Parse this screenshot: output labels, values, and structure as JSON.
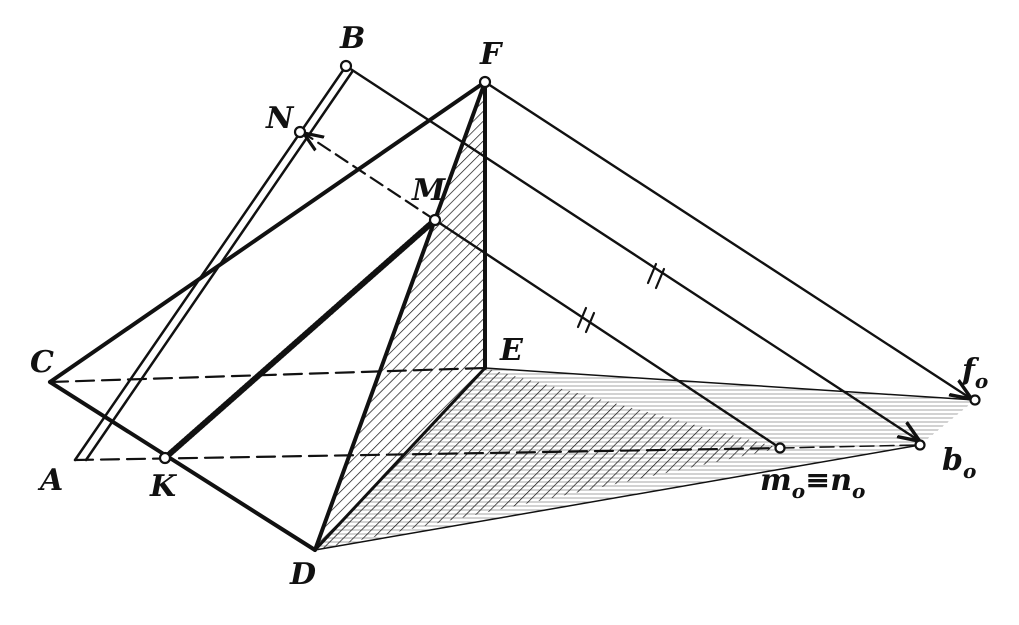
{
  "figure": {
    "points": {
      "A": "A",
      "B": "B",
      "C": "C",
      "D": "D",
      "E": "E",
      "F": "F",
      "K": "K",
      "M": "M",
      "N": "N",
      "f0": "f",
      "f0_sub": "o",
      "b0": "b",
      "b0_sub": "o",
      "m0": "m",
      "m0_sub": "o",
      "equiv": "≡",
      "n0": "n",
      "n0_sub": "o"
    },
    "style": {
      "ink": "#111111",
      "background": "#ffffff"
    }
  }
}
